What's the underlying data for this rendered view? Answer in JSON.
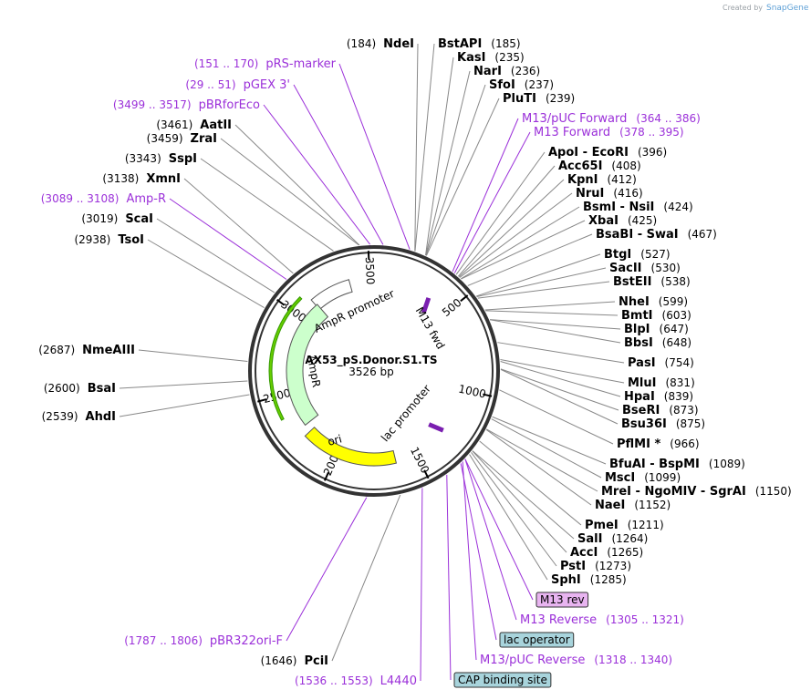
{
  "credit": {
    "text": "Created by",
    "brand": "SnapGene"
  },
  "plasmid": {
    "name": "AX53_pS.Donor.S1.TS",
    "size_label": "3526 bp",
    "length": 3526
  },
  "ring_ticks": [
    {
      "pos": 500,
      "label": "500"
    },
    {
      "pos": 1000,
      "label": "1000"
    },
    {
      "pos": 1500,
      "label": "1500"
    },
    {
      "pos": 2000,
      "label": "2000"
    },
    {
      "pos": 2500,
      "label": "2500"
    },
    {
      "pos": 3000,
      "label": "3000"
    },
    {
      "pos": 3500,
      "label": "3500"
    }
  ],
  "arcs": [
    {
      "name": "AmpR promoter",
      "start": 3120,
      "end": 3375,
      "dir": -1,
      "fill": "#ffffff",
      "stroke": "#555555",
      "track": 0
    },
    {
      "name": "AmpR",
      "start": 2270,
      "end": 3130,
      "dir": -1,
      "fill": "#ccffcc",
      "stroke": "#555555",
      "track": 1
    },
    {
      "name": "ori",
      "start": 1630,
      "end": 2220,
      "dir": -1,
      "fill": "#ffff00",
      "stroke": "#555555",
      "track": 0
    },
    {
      "name": "green-outline",
      "start": 2370,
      "end": 3085,
      "dir": -1,
      "fill": "#66cc00",
      "stroke": "#339900",
      "track": -1
    }
  ],
  "inner_labels": [
    {
      "text": "AmpR promoter"
    },
    {
      "text": "M13 fwd"
    },
    {
      "text": "AmpR"
    },
    {
      "text": "lac promoter"
    },
    {
      "text": "ori"
    }
  ],
  "left_labels": [
    {
      "pos_text": "(184)",
      "name": "NdeI",
      "kind": "enzyme",
      "site": 184
    },
    {
      "pos_text": "(151 .. 170)",
      "name": "pRS-marker",
      "kind": "feature",
      "site": 160
    },
    {
      "pos_text": "(29 .. 51)",
      "name": "pGEX 3'",
      "kind": "feature",
      "site": 40
    },
    {
      "pos_text": "(3499 .. 3517)",
      "name": "pBRforEco",
      "kind": "feature",
      "site": 3508
    },
    {
      "pos_text": "(3461)",
      "name": "AatII",
      "kind": "enzyme",
      "site": 3461
    },
    {
      "pos_text": "(3459)",
      "name": "ZraI",
      "kind": "enzyme",
      "site": 3459
    },
    {
      "pos_text": "(3343)",
      "name": "SspI",
      "kind": "enzyme",
      "site": 3343
    },
    {
      "pos_text": "(3138)",
      "name": "XmnI",
      "kind": "enzyme",
      "site": 3138
    },
    {
      "pos_text": "(3089 .. 3108)",
      "name": "Amp-R",
      "kind": "feature",
      "site": 3098
    },
    {
      "pos_text": "(3019)",
      "name": "ScaI",
      "kind": "enzyme",
      "site": 3019
    },
    {
      "pos_text": "(2938)",
      "name": "TsoI",
      "kind": "enzyme",
      "site": 2938
    },
    {
      "pos_text": "(2687)",
      "name": "NmeAIII",
      "kind": "enzyme",
      "site": 2687
    },
    {
      "pos_text": "(2600)",
      "name": "BsaI",
      "kind": "enzyme",
      "site": 2600
    },
    {
      "pos_text": "(2539)",
      "name": "AhdI",
      "kind": "enzyme",
      "site": 2539
    },
    {
      "pos_text": "(1787 .. 1806)",
      "name": "pBR322ori-F",
      "kind": "feature",
      "site": 1796
    },
    {
      "pos_text": "(1646)",
      "name": "PciI",
      "kind": "enzyme",
      "site": 1646
    },
    {
      "pos_text": "(1536 .. 1553)",
      "name": "L4440",
      "kind": "feature",
      "site": 1544
    }
  ],
  "right_labels": [
    {
      "name": "BstAPI",
      "pos_text": "(185)",
      "kind": "enzyme",
      "site": 185
    },
    {
      "name": "KasI",
      "pos_text": "(235)",
      "kind": "enzyme",
      "site": 235
    },
    {
      "name": "NarI",
      "pos_text": "(236)",
      "kind": "enzyme",
      "site": 236
    },
    {
      "name": "SfoI",
      "pos_text": "(237)",
      "kind": "enzyme",
      "site": 237
    },
    {
      "name": "PluTI",
      "pos_text": "(239)",
      "kind": "enzyme",
      "site": 239
    },
    {
      "name": "M13/pUC Forward",
      "pos_text": "(364 .. 386)",
      "kind": "feature",
      "site": 375
    },
    {
      "name": "M13 Forward",
      "pos_text": "(378 .. 395)",
      "kind": "feature",
      "site": 386
    },
    {
      "name": "ApoI  - EcoRI",
      "pos_text": "(396)",
      "kind": "enzyme",
      "site": 396
    },
    {
      "name": "Acc65I",
      "pos_text": "(408)",
      "kind": "enzyme",
      "site": 408
    },
    {
      "name": "KpnI",
      "pos_text": "(412)",
      "kind": "enzyme",
      "site": 412
    },
    {
      "name": "NruI",
      "pos_text": "(416)",
      "kind": "enzyme",
      "site": 416
    },
    {
      "name": "BsmI  - NsiI",
      "pos_text": "(424)",
      "kind": "enzyme",
      "site": 424
    },
    {
      "name": "XbaI",
      "pos_text": "(425)",
      "kind": "enzyme",
      "site": 425
    },
    {
      "name": "BsaBI  - SwaI",
      "pos_text": "(467)",
      "kind": "enzyme",
      "site": 467
    },
    {
      "name": "BtgI",
      "pos_text": "(527)",
      "kind": "enzyme",
      "site": 527
    },
    {
      "name": "SacII",
      "pos_text": "(530)",
      "kind": "enzyme",
      "site": 530
    },
    {
      "name": "BstEII",
      "pos_text": "(538)",
      "kind": "enzyme",
      "site": 538
    },
    {
      "name": "NheI",
      "pos_text": "(599)",
      "kind": "enzyme",
      "site": 599
    },
    {
      "name": "BmtI",
      "pos_text": "(603)",
      "kind": "enzyme",
      "site": 603
    },
    {
      "name": "BlpI",
      "pos_text": "(647)",
      "kind": "enzyme",
      "site": 647
    },
    {
      "name": "BbsI",
      "pos_text": "(648)",
      "kind": "enzyme",
      "site": 648
    },
    {
      "name": "PasI",
      "pos_text": "(754)",
      "kind": "enzyme",
      "site": 754
    },
    {
      "name": "MluI",
      "pos_text": "(831)",
      "kind": "enzyme",
      "site": 831
    },
    {
      "name": "HpaI",
      "pos_text": "(839)",
      "kind": "enzyme",
      "site": 839
    },
    {
      "name": "BseRI",
      "pos_text": "(873)",
      "kind": "enzyme",
      "site": 873
    },
    {
      "name": "Bsu36I",
      "pos_text": "(875)",
      "kind": "enzyme",
      "site": 875
    },
    {
      "name": "PflMI *",
      "pos_text": "(966)",
      "kind": "enzyme",
      "site": 966
    },
    {
      "name": "BfuAI  - BspMI",
      "pos_text": "(1089)",
      "kind": "enzyme",
      "site": 1089
    },
    {
      "name": "MscI",
      "pos_text": "(1099)",
      "kind": "enzyme",
      "site": 1099
    },
    {
      "name": "MreI  - NgoMIV  - SgrAI",
      "pos_text": "(1150)",
      "kind": "enzyme",
      "site": 1150
    },
    {
      "name": "NaeI",
      "pos_text": "(1152)",
      "kind": "enzyme",
      "site": 1152
    },
    {
      "name": "PmeI",
      "pos_text": "(1211)",
      "kind": "enzyme",
      "site": 1211
    },
    {
      "name": "SalI",
      "pos_text": "(1264)",
      "kind": "enzyme",
      "site": 1264
    },
    {
      "name": "AccI",
      "pos_text": "(1265)",
      "kind": "enzyme",
      "site": 1265
    },
    {
      "name": "PstI",
      "pos_text": "(1273)",
      "kind": "enzyme",
      "site": 1273
    },
    {
      "name": "SphI",
      "pos_text": "(1285)",
      "kind": "enzyme",
      "site": 1285
    },
    {
      "name": "M13 rev",
      "pos_text": "",
      "kind": "box",
      "box_color": "#e8b4f0",
      "site": 1313
    },
    {
      "name": "M13 Reverse",
      "pos_text": "(1305 .. 1321)",
      "kind": "feature",
      "site": 1313
    },
    {
      "name": "lac operator",
      "pos_text": "",
      "kind": "box",
      "box_color": "#a8d4dc",
      "site": 1340
    },
    {
      "name": "M13/pUC Reverse",
      "pos_text": "(1318 .. 1340)",
      "kind": "feature",
      "site": 1329
    },
    {
      "name": "CAP binding site",
      "pos_text": "",
      "kind": "box",
      "box_color": "#a8d4dc",
      "site": 1420
    }
  ],
  "colors": {
    "enzyme_line": "#888888",
    "feature": "#9b30d9",
    "ring": "#333333"
  }
}
